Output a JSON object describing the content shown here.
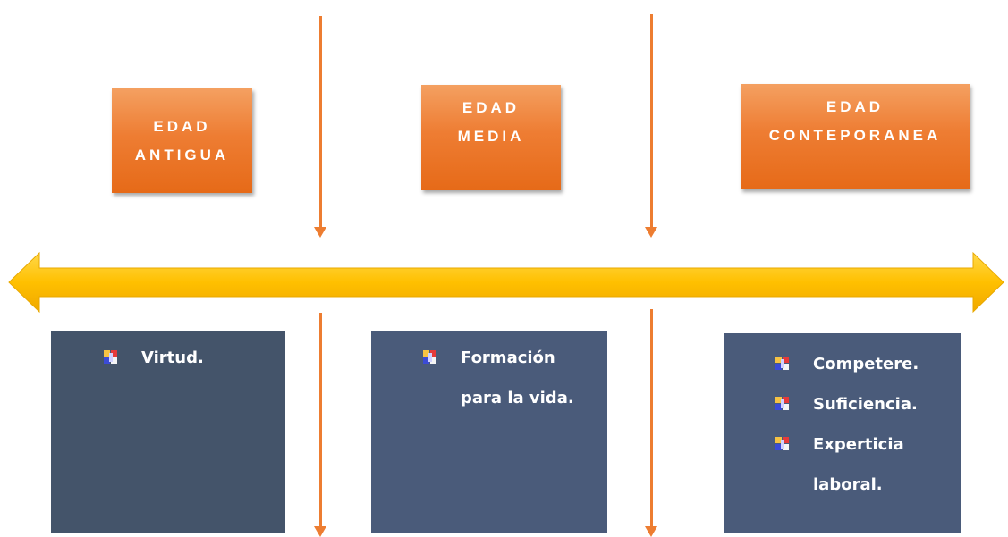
{
  "eras": [
    {
      "line1": "EDAD",
      "line2": "ANTIGUA"
    },
    {
      "line1": "EDAD",
      "line2": "MEDIA"
    },
    {
      "line1": "EDAD",
      "line2": "CONTEPORANEA"
    }
  ],
  "columns": [
    {
      "items": [
        "Virtud."
      ]
    },
    {
      "items": [
        "Formación",
        "para la vida."
      ]
    },
    {
      "items": [
        "Competere.",
        "Suficiencia.",
        "Experticia",
        "laboral."
      ]
    }
  ],
  "colors": {
    "arrow": "#ffc000",
    "connector": "#ed7d31",
    "era_box": "#ee7d33",
    "content_box": "#4a5a78"
  }
}
